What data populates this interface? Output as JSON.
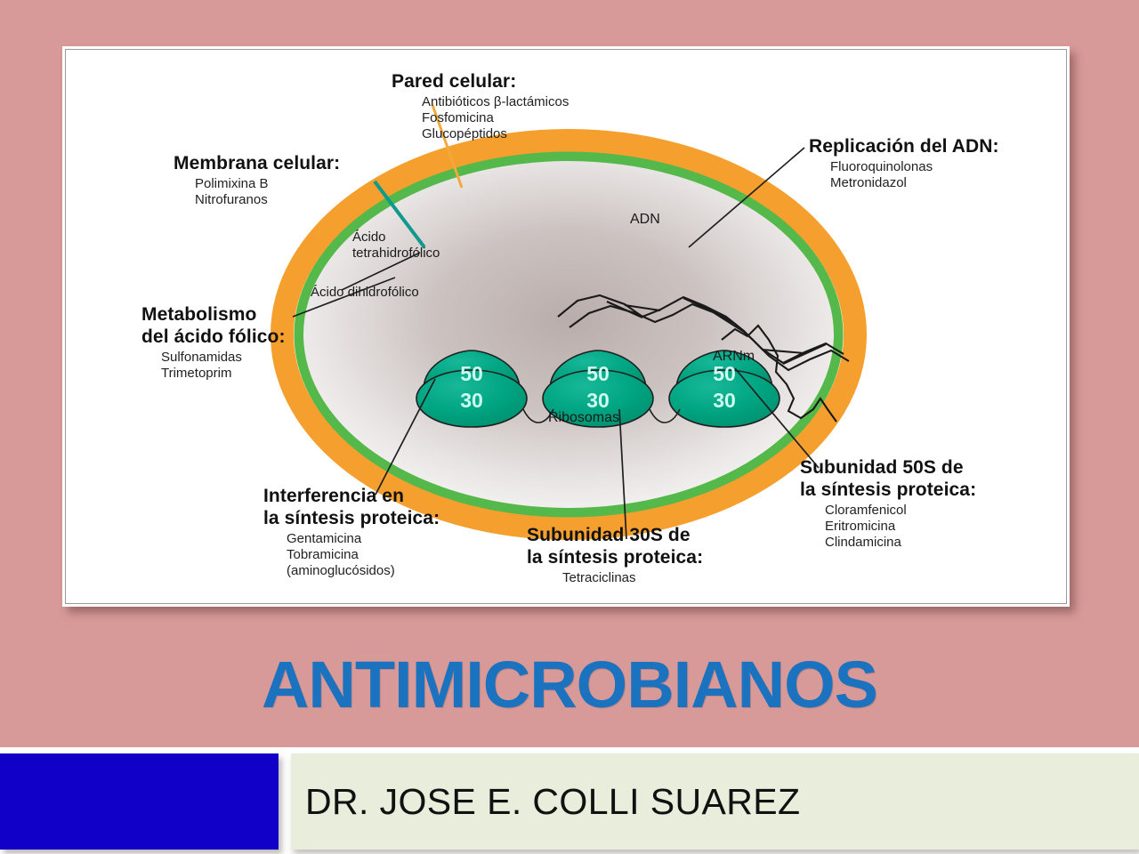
{
  "slide": {
    "background_color": "#D89A99",
    "title": "ANTIMICROBIANOS",
    "title_color": "#1B72BE",
    "subtitle": "DR.  JOSE E. COLLI SUAREZ",
    "accent_block_color": "#1000C8",
    "subtitle_box_color": "#E8EDDC"
  },
  "figure": {
    "frame_color": "#FFFFFF",
    "cell_wall_color": "#F5A02E",
    "cell_membrane_color": "#55B84A",
    "ribosome_color": "#00A080",
    "labels": {
      "pared_celular": {
        "heading": "Pared celular:",
        "items": [
          "Antibióticos β-lactámicos",
          "Fosfomicina",
          "Glucopéptidos"
        ],
        "leader_color": "#F2A93B"
      },
      "membrana_celular": {
        "heading": "Membrana celular:",
        "items": [
          "Polimixina B",
          "Nitrofuranos"
        ],
        "leader_color": "#0E9A8C"
      },
      "replicacion_adn": {
        "heading": "Replicación del ADN:",
        "items": [
          "Fluoroquinolonas",
          "Metronidazol"
        ],
        "leader_color": "#333333"
      },
      "metabolismo_folico": {
        "heading_line1": "Metabolismo",
        "heading_line2": "del ácido fólico:",
        "items": [
          "Sulfonamidas",
          "Trimetoprim"
        ],
        "leader_color": "#333333"
      },
      "interferencia_sintesis": {
        "heading_line1": "Interferencia en",
        "heading_line2": "la síntesis proteica:",
        "items": [
          "Gentamicina",
          "Tobramicina",
          "(aminoglucósidos)"
        ],
        "leader_color": "#333333"
      },
      "subunidad_30s": {
        "heading_line1": "Subunidad 30S de",
        "heading_line2": "la síntesis proteica:",
        "items": [
          "Tetraciclinas"
        ],
        "leader_color": "#333333"
      },
      "subunidad_50s": {
        "heading_line1": "Subunidad 50S de",
        "heading_line2": "la síntesis proteica:",
        "items": [
          "Cloramfenicol",
          "Eritromicina",
          "Clindamicina"
        ],
        "leader_color": "#333333"
      }
    },
    "interior_labels": {
      "acido_tetrahidrofolico_line1": "Ácido",
      "acido_tetrahidrofolico_line2": "tetrahidrofólico",
      "acido_dihidrofolico": "Ácido dihidrofólico",
      "adn": "ADN",
      "arnm": "ARNm",
      "ribosomas": "Ribosomas"
    },
    "ribosomes": [
      {
        "large": "50",
        "small": "30"
      },
      {
        "large": "50",
        "small": "30"
      },
      {
        "large": "50",
        "small": "30"
      }
    ]
  }
}
